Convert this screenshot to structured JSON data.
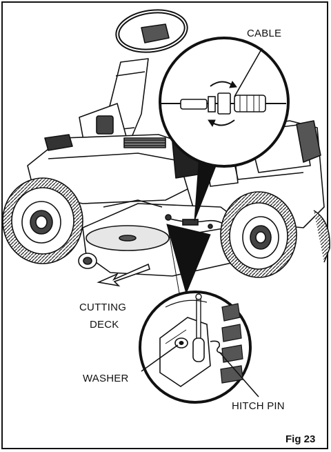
{
  "labels": {
    "cable": "CABLE",
    "cutting_deck_line1": "CUTTING",
    "cutting_deck_line2": "DECK",
    "washer": "WASHER",
    "hitch_pin": "HITCH PIN"
  },
  "figure": {
    "caption": "Fig 23"
  }
}
